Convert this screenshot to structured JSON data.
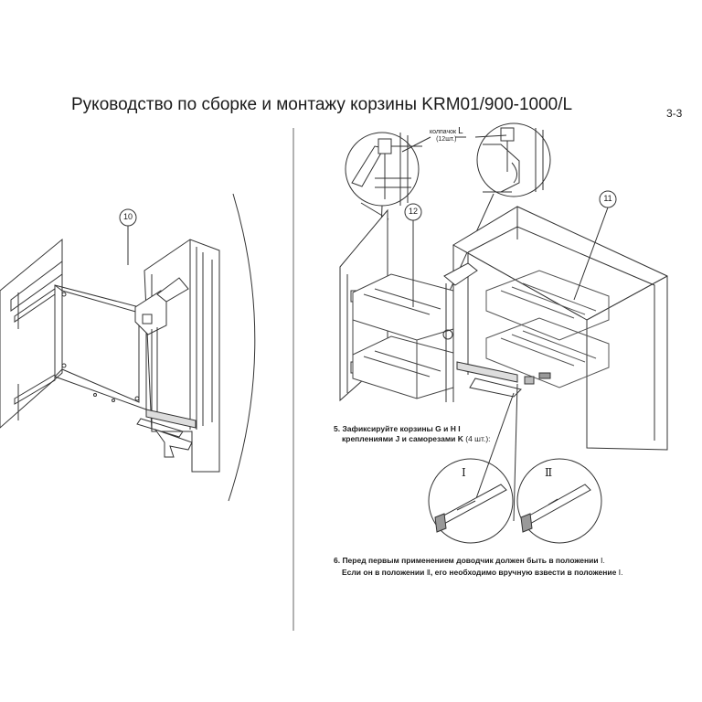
{
  "page": {
    "title": "Руководство по сборке и монтажу корзины KRM01/900-1000/L",
    "page_number": "3-3"
  },
  "callouts": {
    "n10": "10",
    "n11": "11",
    "n12": "12",
    "cap_label": "колпачок",
    "cap_letter": "L",
    "cap_qty": "(12шт.)"
  },
  "steps": {
    "s5_line1_a": "5. Зафиксируйте корзины G и H",
    "s5_line1_b": "I",
    "s5_line2_a": "креплениями J и саморезами K",
    "s5_line2_b": " (4 шт.):",
    "s6_line1_a": "6. Перед первым применением доводчик должен быть в положении ",
    "s6_line1_b": "Ⅰ.",
    "s6_line2_a": "Если он в положении ",
    "s6_line2_b": "Ⅱ",
    "s6_line2_c": ", его необходимо вручную взвести в положение ",
    "s6_line2_d": "Ⅰ."
  },
  "details": {
    "pos1": "Ⅰ",
    "pos2": "Ⅱ"
  }
}
